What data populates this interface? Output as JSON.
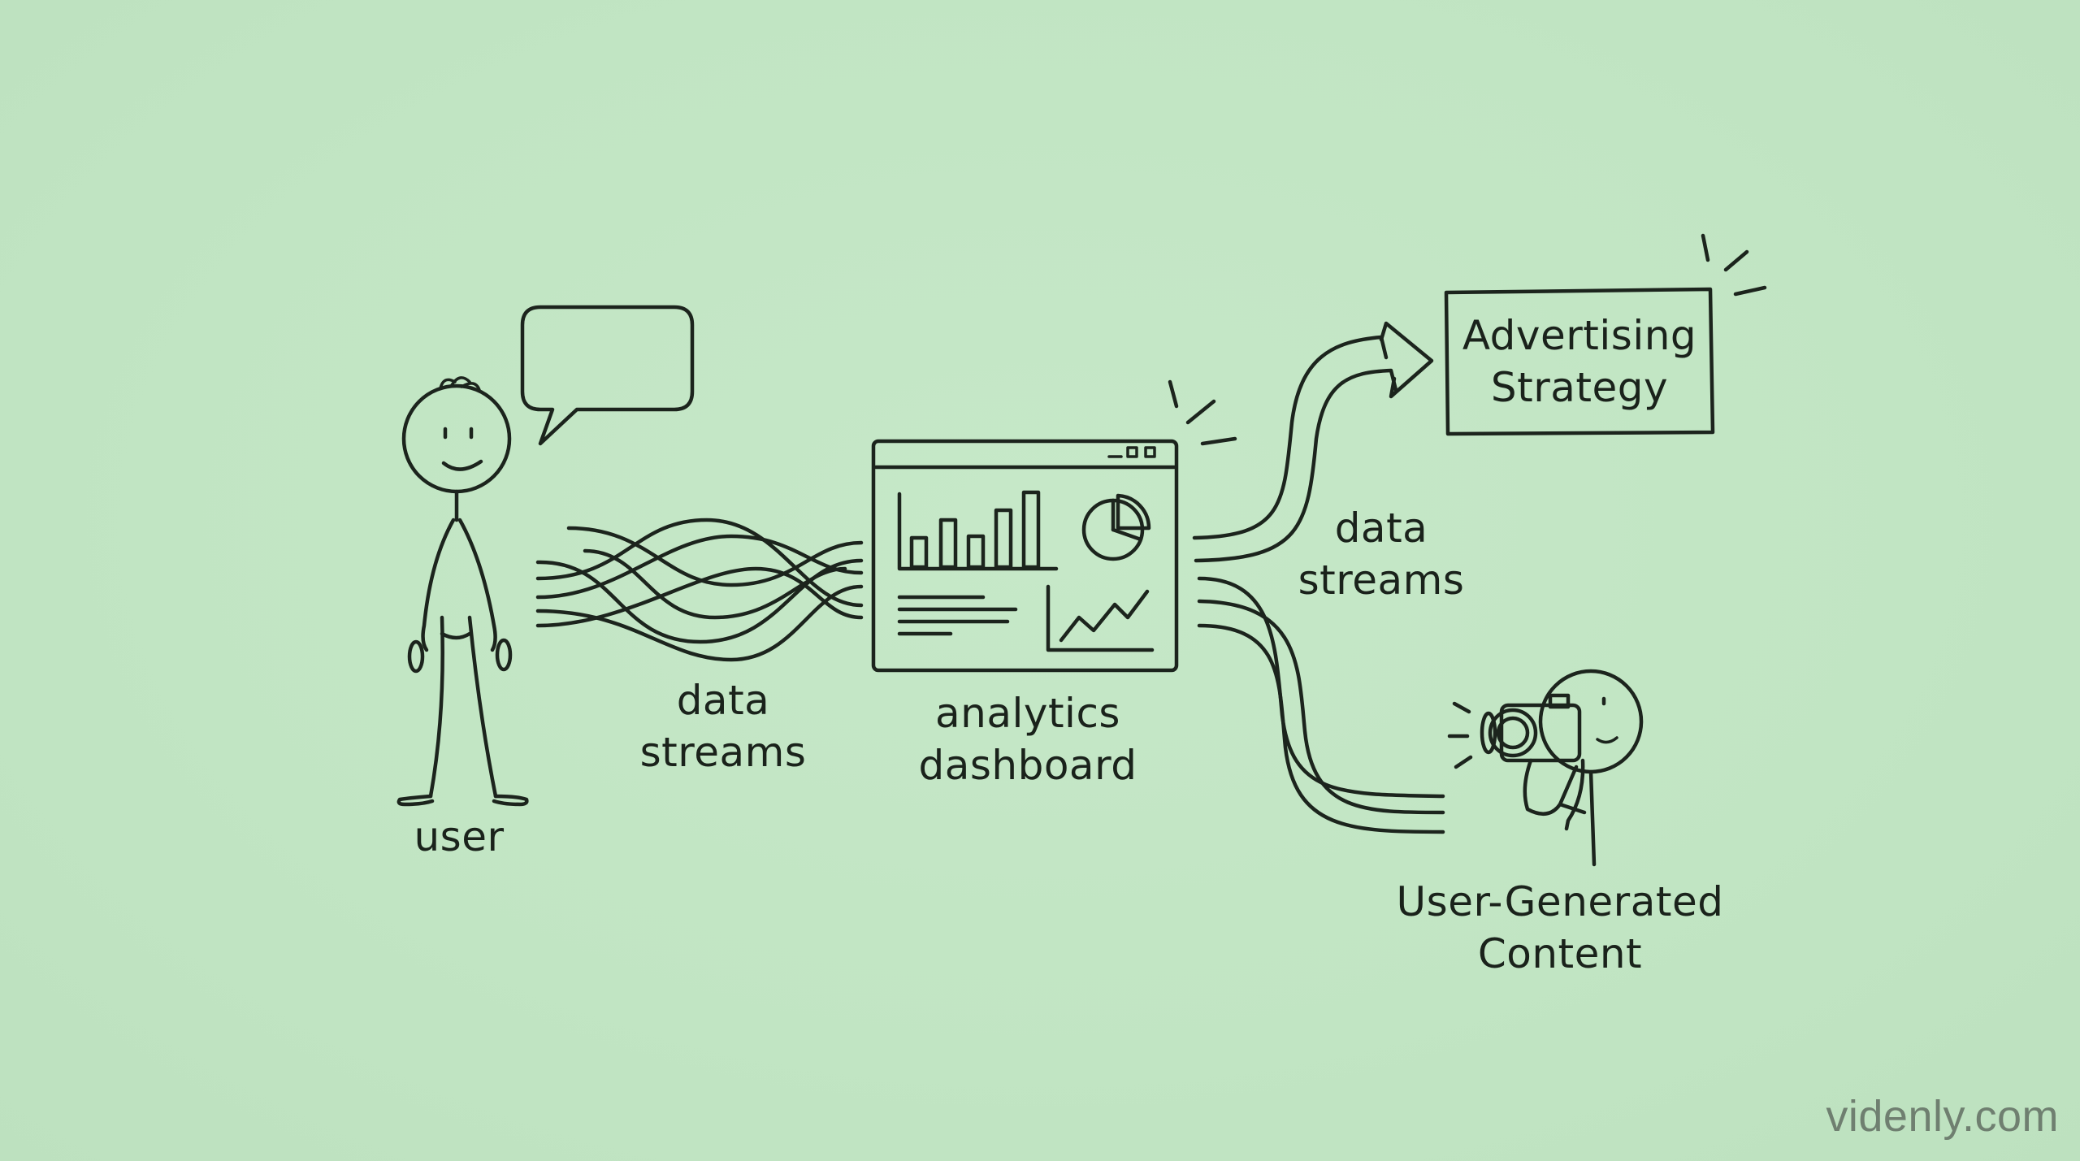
{
  "diagram": {
    "user_label": "user",
    "streams_left": {
      "line1": "data",
      "line2": "streams"
    },
    "dashboard_label": {
      "line1": "analytics",
      "line2": "dashboard"
    },
    "streams_right": {
      "line1": "data",
      "line2": "streams"
    },
    "advertising_box": {
      "line1": "Advertising",
      "line2": "Strategy"
    },
    "ugc_label": {
      "line1": "User-Generated",
      "line2": "Content"
    }
  },
  "watermark": "videnly.com",
  "colors": {
    "background": "#c3e6c5",
    "ink": "#1c241d",
    "watermark": "#6f7f70"
  },
  "icons": [
    "stick-figure-user",
    "speech-bubble",
    "wavy-data-streams",
    "analytics-dashboard-window",
    "bar-chart",
    "pie-chart",
    "line-chart",
    "curved-arrow",
    "photographer-with-camera"
  ]
}
